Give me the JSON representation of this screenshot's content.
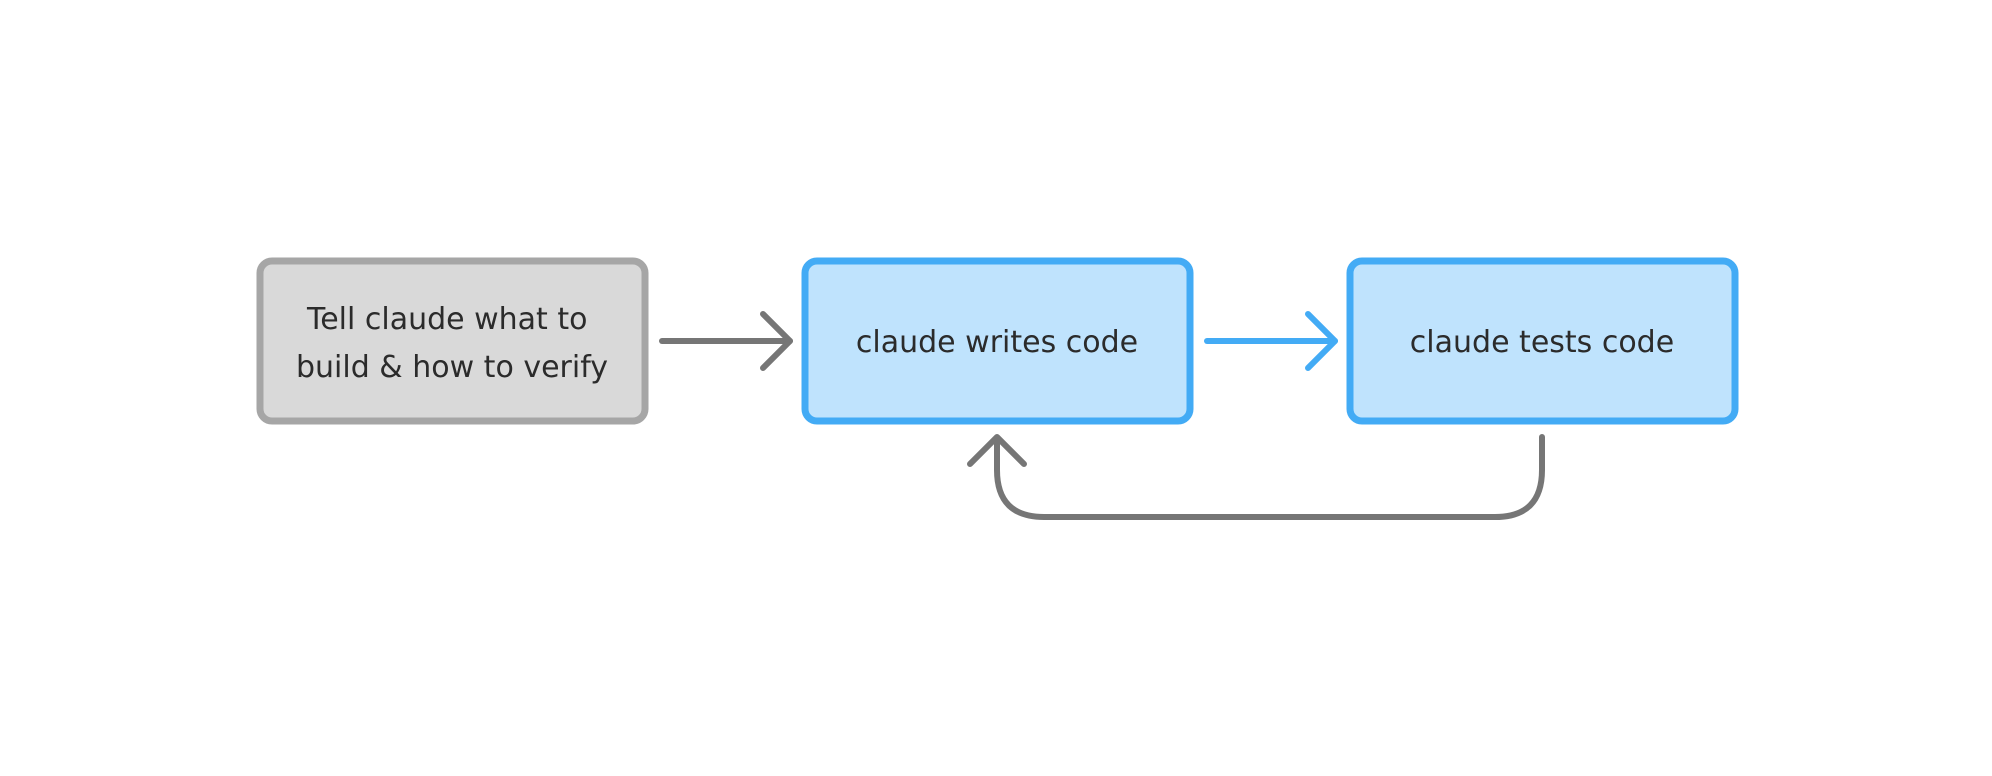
{
  "diagram": {
    "nodes": [
      {
        "id": "start",
        "lines": [
          "Tell claude what to",
          "build & how to verify"
        ],
        "style": "gray"
      },
      {
        "id": "write",
        "lines": [
          "claude writes code"
        ],
        "style": "blue"
      },
      {
        "id": "test",
        "lines": [
          "claude tests code"
        ],
        "style": "blue"
      }
    ],
    "edges": [
      {
        "from": "start",
        "to": "write",
        "color": "gray"
      },
      {
        "from": "write",
        "to": "test",
        "color": "blue"
      },
      {
        "from": "test",
        "to": "write",
        "color": "gray",
        "kind": "loop-back"
      }
    ]
  },
  "colors": {
    "gray_fill": "#d9d9d9",
    "gray_stroke": "#a6a6a6",
    "blue_fill": "#bfe3fd",
    "blue_stroke": "#43abf5",
    "arrow_gray": "#767676",
    "arrow_blue": "#43abf5",
    "text": "#2b2b2b"
  }
}
